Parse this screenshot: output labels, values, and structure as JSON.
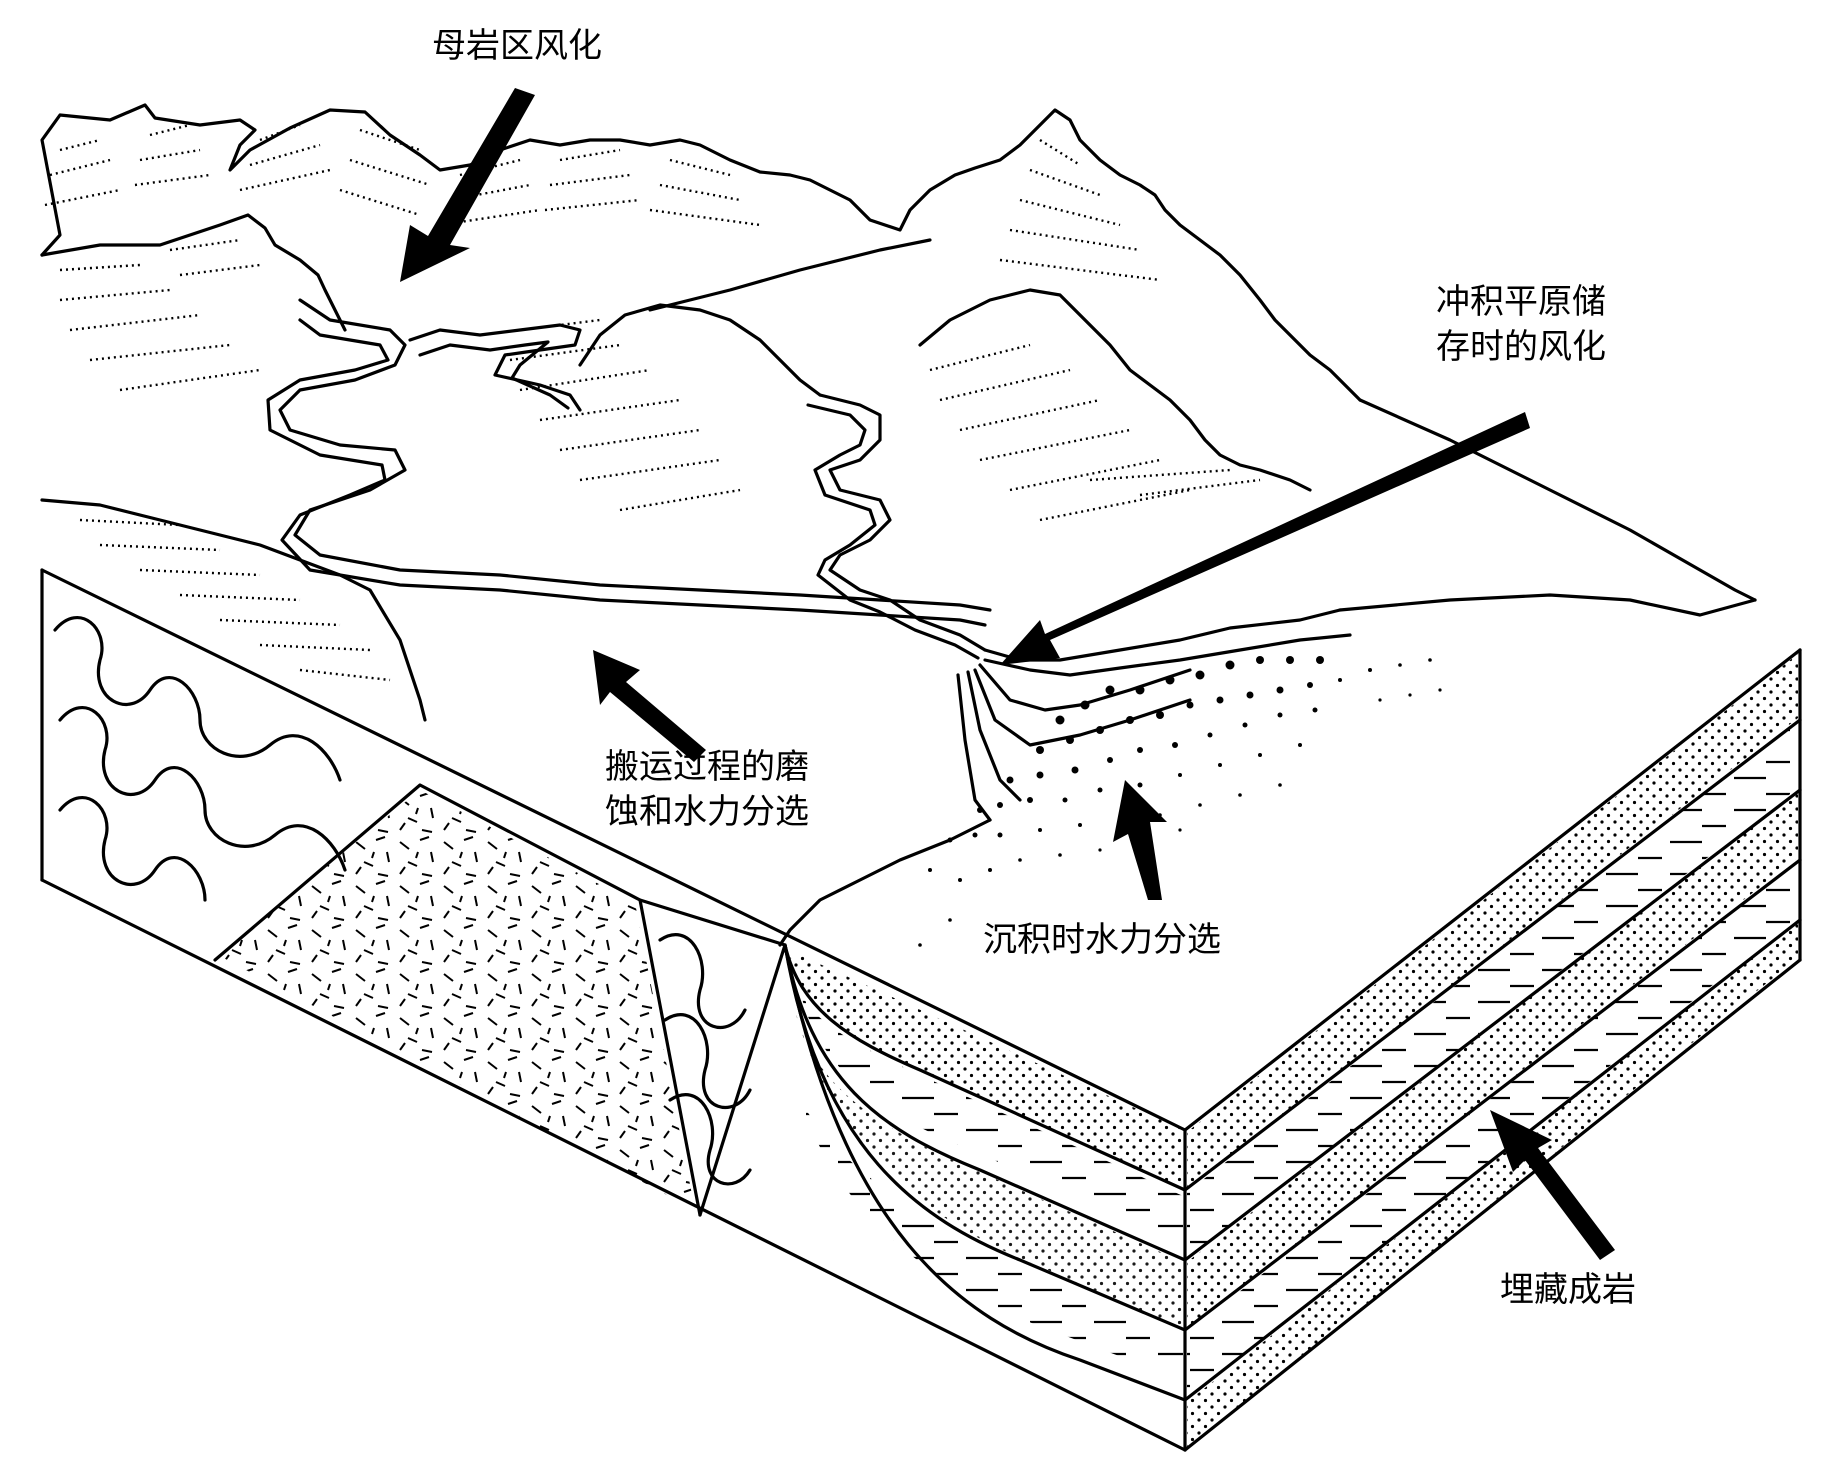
{
  "labels": {
    "source_weathering": "母岩区风化",
    "floodplain_weathering": [
      "冲积平原储",
      "存时的风化"
    ],
    "transport_sorting": [
      "搬运过程的磨",
      "蚀和水力分选"
    ],
    "deposition_sorting": "沉积时水力分选",
    "burial_diagenesis": "埋藏成岩"
  }
}
